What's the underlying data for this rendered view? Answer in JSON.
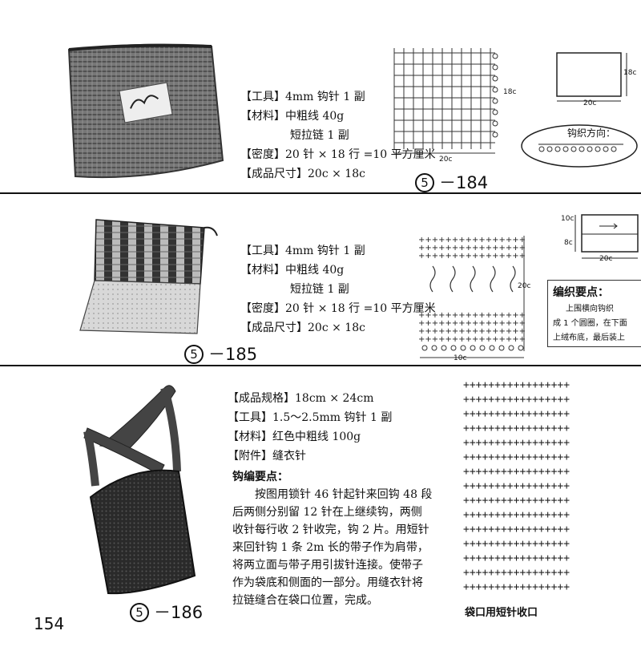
{
  "section184": {
    "tool": "【工具】4mm 钩针 1 副",
    "material_1": "【材料】中粗线 40g",
    "material_2": "短拉链 1 副",
    "density": "【密度】20 针 × 18 行 =10 平方厘米",
    "size": "【成品尺寸】20c × 18c",
    "fig_num": "5",
    "fig_code": "－184",
    "chart_h": "18c",
    "chart_w": "20c",
    "diag_h": "18c",
    "diag_w": "20c",
    "direction": "钩织方向："
  },
  "section185": {
    "tool": "【工具】4mm 钩针 1 副",
    "material_1": "【材料】中粗线 40g",
    "material_2": "短拉链 1 副",
    "density": "【密度】20 针 × 18 行 =10 平方厘米",
    "size": "【成品尺寸】20c × 18c",
    "fig_num": "5",
    "fig_code": "－185",
    "chart_h": "20c",
    "chart_w": "10c",
    "diag_h1": "10c",
    "diag_h2": "8c",
    "diag_w": "20c",
    "notes_title": "编织要点：",
    "notes_1": "上围横向钩织",
    "notes_2": "成 1 个圆圈，在下面",
    "notes_3": "上绒布底，最后装上"
  },
  "section186": {
    "spec": "【成品规格】18cm × 24cm",
    "tool": "【工具】1.5～2.5mm 钩针 1 副",
    "material": "【材料】红色中粗线 100g",
    "accessory": "【附件】缝衣针",
    "method_title": "钩编要点：",
    "method_lines": [
      "按图用锁针 46 针起针来回钩 48 段",
      "后两侧分别留 12 针在上继续钩，两侧",
      "收针每行收 2 针收完，钩 2 片。用短针",
      "来回针钩 1 条 2m 长的带子作为肩带，",
      "将两立面与带子用引拔针连接。使带子",
      "作为袋底和侧面的一部分。用缝衣针将",
      "拉链缝合在袋口位置，完成。"
    ],
    "fig_num": "5",
    "fig_code": "－186",
    "chart_caption": "袋口用短针收口"
  },
  "page_number": "154"
}
